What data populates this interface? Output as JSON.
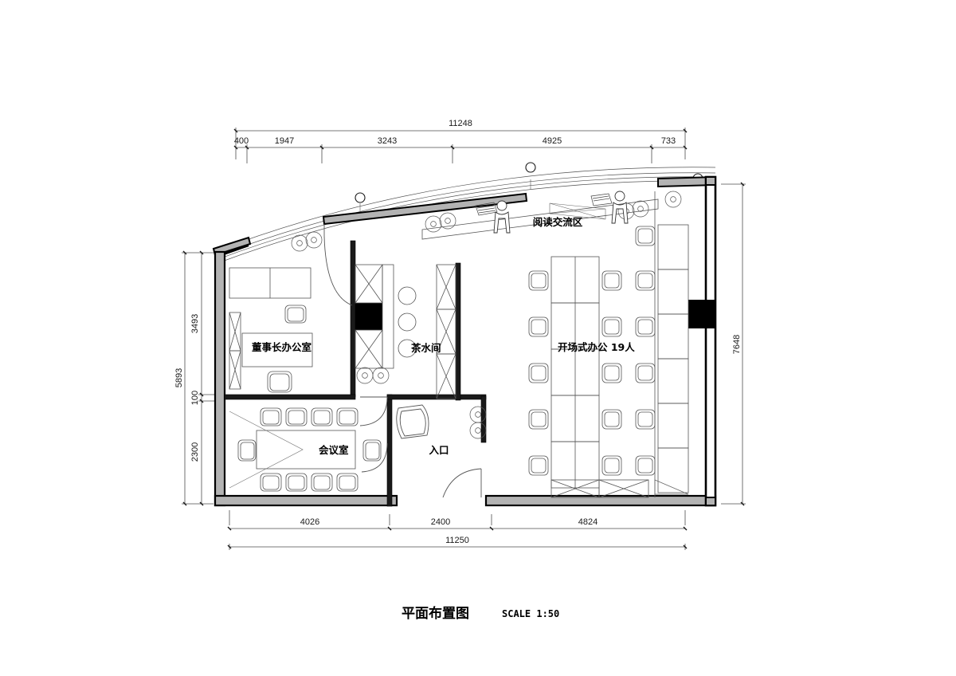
{
  "drawing": {
    "title": "平面布置图",
    "scale_label": "SCALE  1:50",
    "units": "mm"
  },
  "dimensions": {
    "top": {
      "total": "11248",
      "segments": [
        "400",
        "1947",
        "3243",
        "4925",
        "733"
      ]
    },
    "bottom": {
      "total": "11250",
      "segments": [
        "4026",
        "2400",
        "4824"
      ]
    },
    "left": {
      "total": "5893",
      "segments": [
        "3493",
        "100",
        "2300"
      ]
    },
    "right": {
      "total": "7648",
      "segments": [
        "7648"
      ]
    }
  },
  "rooms": [
    {
      "key": "chairman_office",
      "label": "董事长办公室"
    },
    {
      "key": "pantry",
      "label": "茶水间"
    },
    {
      "key": "meeting_room",
      "label": "会议室"
    },
    {
      "key": "entrance",
      "label": "入口"
    },
    {
      "key": "reading_area",
      "label": "阅读交流区"
    },
    {
      "key": "open_office",
      "label": "开场式办公  19人"
    }
  ],
  "colors": {
    "line": "#1a1a1a",
    "wall_fill": "#b3b3b3",
    "column_fill": "#000000",
    "furniture_line": "#555555",
    "dim_line": "#4d4d4d",
    "paper": "#ffffff"
  }
}
